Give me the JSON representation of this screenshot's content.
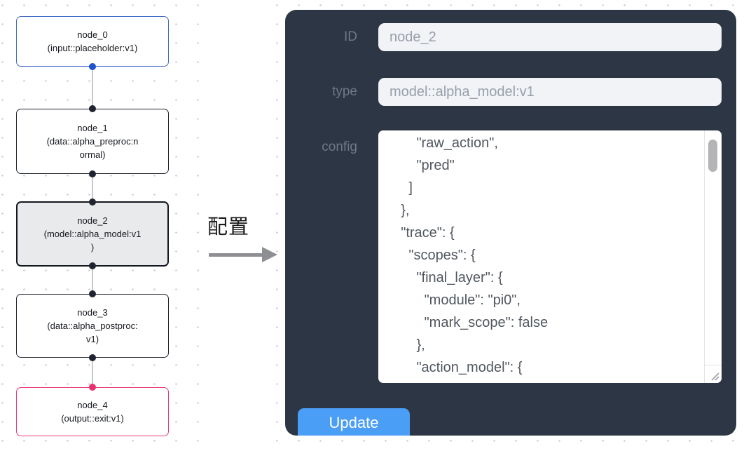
{
  "flow": {
    "nodes": [
      {
        "title": "node_0",
        "subtitle": "(input::placeholder:v1)",
        "kind": "input"
      },
      {
        "title": "node_1",
        "subtitle": "(data::alpha_preproc:n\normal)",
        "kind": "data"
      },
      {
        "title": "node_2",
        "subtitle": "(model::alpha_model:v1\n)",
        "kind": "model",
        "selected": true
      },
      {
        "title": "node_3",
        "subtitle": "(data::alpha_postproc:\nv1)",
        "kind": "data"
      },
      {
        "title": "node_4",
        "subtitle": "(output::exit:v1)",
        "kind": "output"
      }
    ]
  },
  "transition": {
    "label": "配置"
  },
  "panel": {
    "fields": [
      {
        "label": "ID",
        "value": "node_2"
      },
      {
        "label": "type",
        "value": "model::alpha_model:v1"
      }
    ],
    "config_label": "config",
    "config_text": "        \"raw_action\",\n        \"pred\"\n      ]\n    },\n    \"trace\": {\n      \"scopes\": {\n        \"final_layer\": {\n          \"module\": \"pi0\",\n          \"mark_scope\": false\n        },\n        \"action_model\": {",
    "update_label": "Update"
  },
  "colors": {
    "panel_bg": "#2d3644",
    "button_blue": "#4a9ef6",
    "input_node_blue": "#4169c8",
    "input_handle_blue": "#1d53cf",
    "output_node_pink": "#e93a76",
    "output_handle_pink": "#e8326f",
    "node_border_dark": "#1f2430",
    "selected_node_bg": "#e9eaec",
    "field_bg": "#f1f3f7"
  }
}
